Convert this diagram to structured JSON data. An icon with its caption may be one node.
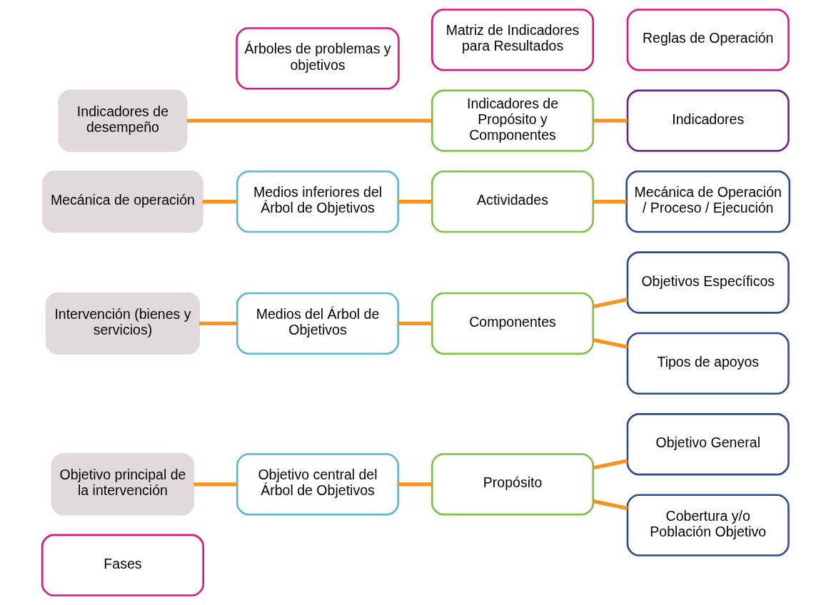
{
  "diagram": {
    "nodes": [
      {
        "text": [
          "Fases"
        ]
      },
      {
        "text": [
          "Árboles de problemas y objetivos"
        ]
      },
      {
        "text": [
          "Matriz de Indicadores para Resultados"
        ]
      },
      {
        "text": [
          "Reglas de Operación"
        ]
      },
      {
        "text": [
          "Objetivo principal de la intervención"
        ]
      },
      {
        "text": [
          "Objetivo central del Árbol de Objetivos"
        ]
      },
      {
        "text": [
          "Propósito"
        ]
      },
      {
        "text": [
          "Objetivo General"
        ]
      },
      {
        "text": [
          "Cobertura y/o Población Objetivo"
        ]
      },
      {
        "text": [
          "Intervención (bienes y servicios)"
        ]
      },
      {
        "text": [
          "Medios del Árbol de Objetivos"
        ]
      },
      {
        "text": [
          "Componentes"
        ]
      },
      {
        "text": [
          "Objetivos Específicos"
        ]
      },
      {
        "text": [
          "Tipos de apoyos"
        ]
      },
      {
        "text": [
          "Mecánica de operación"
        ]
      },
      {
        "text": [
          "Medios inferiores del Árbol de Objetivos"
        ]
      },
      {
        "text": [
          "Actividades"
        ]
      },
      {
        "text": [
          "Mecánica de Operación / Proceso / Ejecución"
        ]
      },
      {
        "text": [
          "Indicadores de desempeño"
        ]
      },
      {
        "text": [
          "Indicadores de Propósito y Componentes"
        ]
      },
      {
        "text": [
          "Indicadores"
        ]
      }
    ],
    "edges": [
      {
        "from": 4,
        "to": 5,
        "arrow": "none"
      },
      {
        "from": 5,
        "to": 6,
        "arrow": "none"
      },
      {
        "from": 6,
        "to": 7,
        "arrow": "none"
      },
      {
        "from": 6,
        "to": 8,
        "arrow": "none"
      },
      {
        "from": 9,
        "to": 10,
        "arrow": "none"
      },
      {
        "from": 10,
        "to": 11,
        "arrow": "none"
      },
      {
        "from": 11,
        "to": 12,
        "arrow": "none"
      },
      {
        "from": 11,
        "to": 13,
        "arrow": "none"
      },
      {
        "from": 14,
        "to": 15,
        "arrow": "none"
      },
      {
        "from": 15,
        "to": 16,
        "arrow": "none"
      },
      {
        "from": 16,
        "to": 17,
        "arrow": "none"
      },
      {
        "from": 18,
        "to": 19,
        "arrow": "none"
      },
      {
        "from": 19,
        "to": 20,
        "arrow": "none"
      }
    ]
  }
}
